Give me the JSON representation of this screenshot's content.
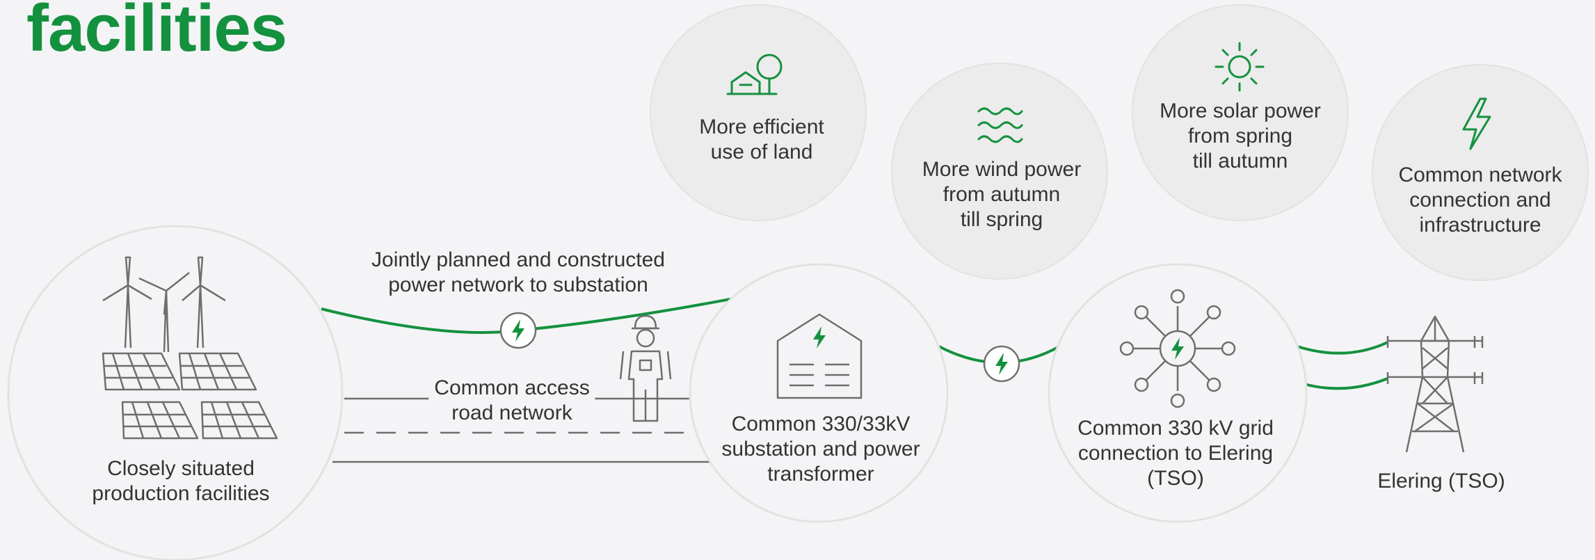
{
  "heading": "facilities",
  "benefits": [
    {
      "icon": "house-tree-icon",
      "lines": [
        "More efficient",
        "use of land"
      ]
    },
    {
      "icon": "wind-waves-icon",
      "lines": [
        "More wind power",
        "from autumn",
        "till spring"
      ]
    },
    {
      "icon": "sun-icon",
      "lines": [
        "More solar power",
        "from spring",
        "till autumn"
      ]
    },
    {
      "icon": "lightning-icon",
      "lines": [
        "Common network",
        "connection and",
        "infrastructure"
      ]
    }
  ],
  "nodes": {
    "production": [
      "Closely situated",
      "production facilities"
    ],
    "substation": [
      "Common 330/33kV",
      "substation and power",
      "transformer"
    ],
    "grid": [
      "Common 330 kV grid",
      "connection to Elering",
      "(TSO)"
    ],
    "tso": "Elering (TSO)"
  },
  "links": {
    "power_network": [
      "Jointly planned and constructed",
      "power network to substation"
    ],
    "road": [
      "Common access",
      "road network"
    ]
  },
  "colors": {
    "accent": "#14913f",
    "text": "#333333",
    "line": "#707070",
    "circle": "#ececec",
    "background": "#f4f4f6"
  }
}
